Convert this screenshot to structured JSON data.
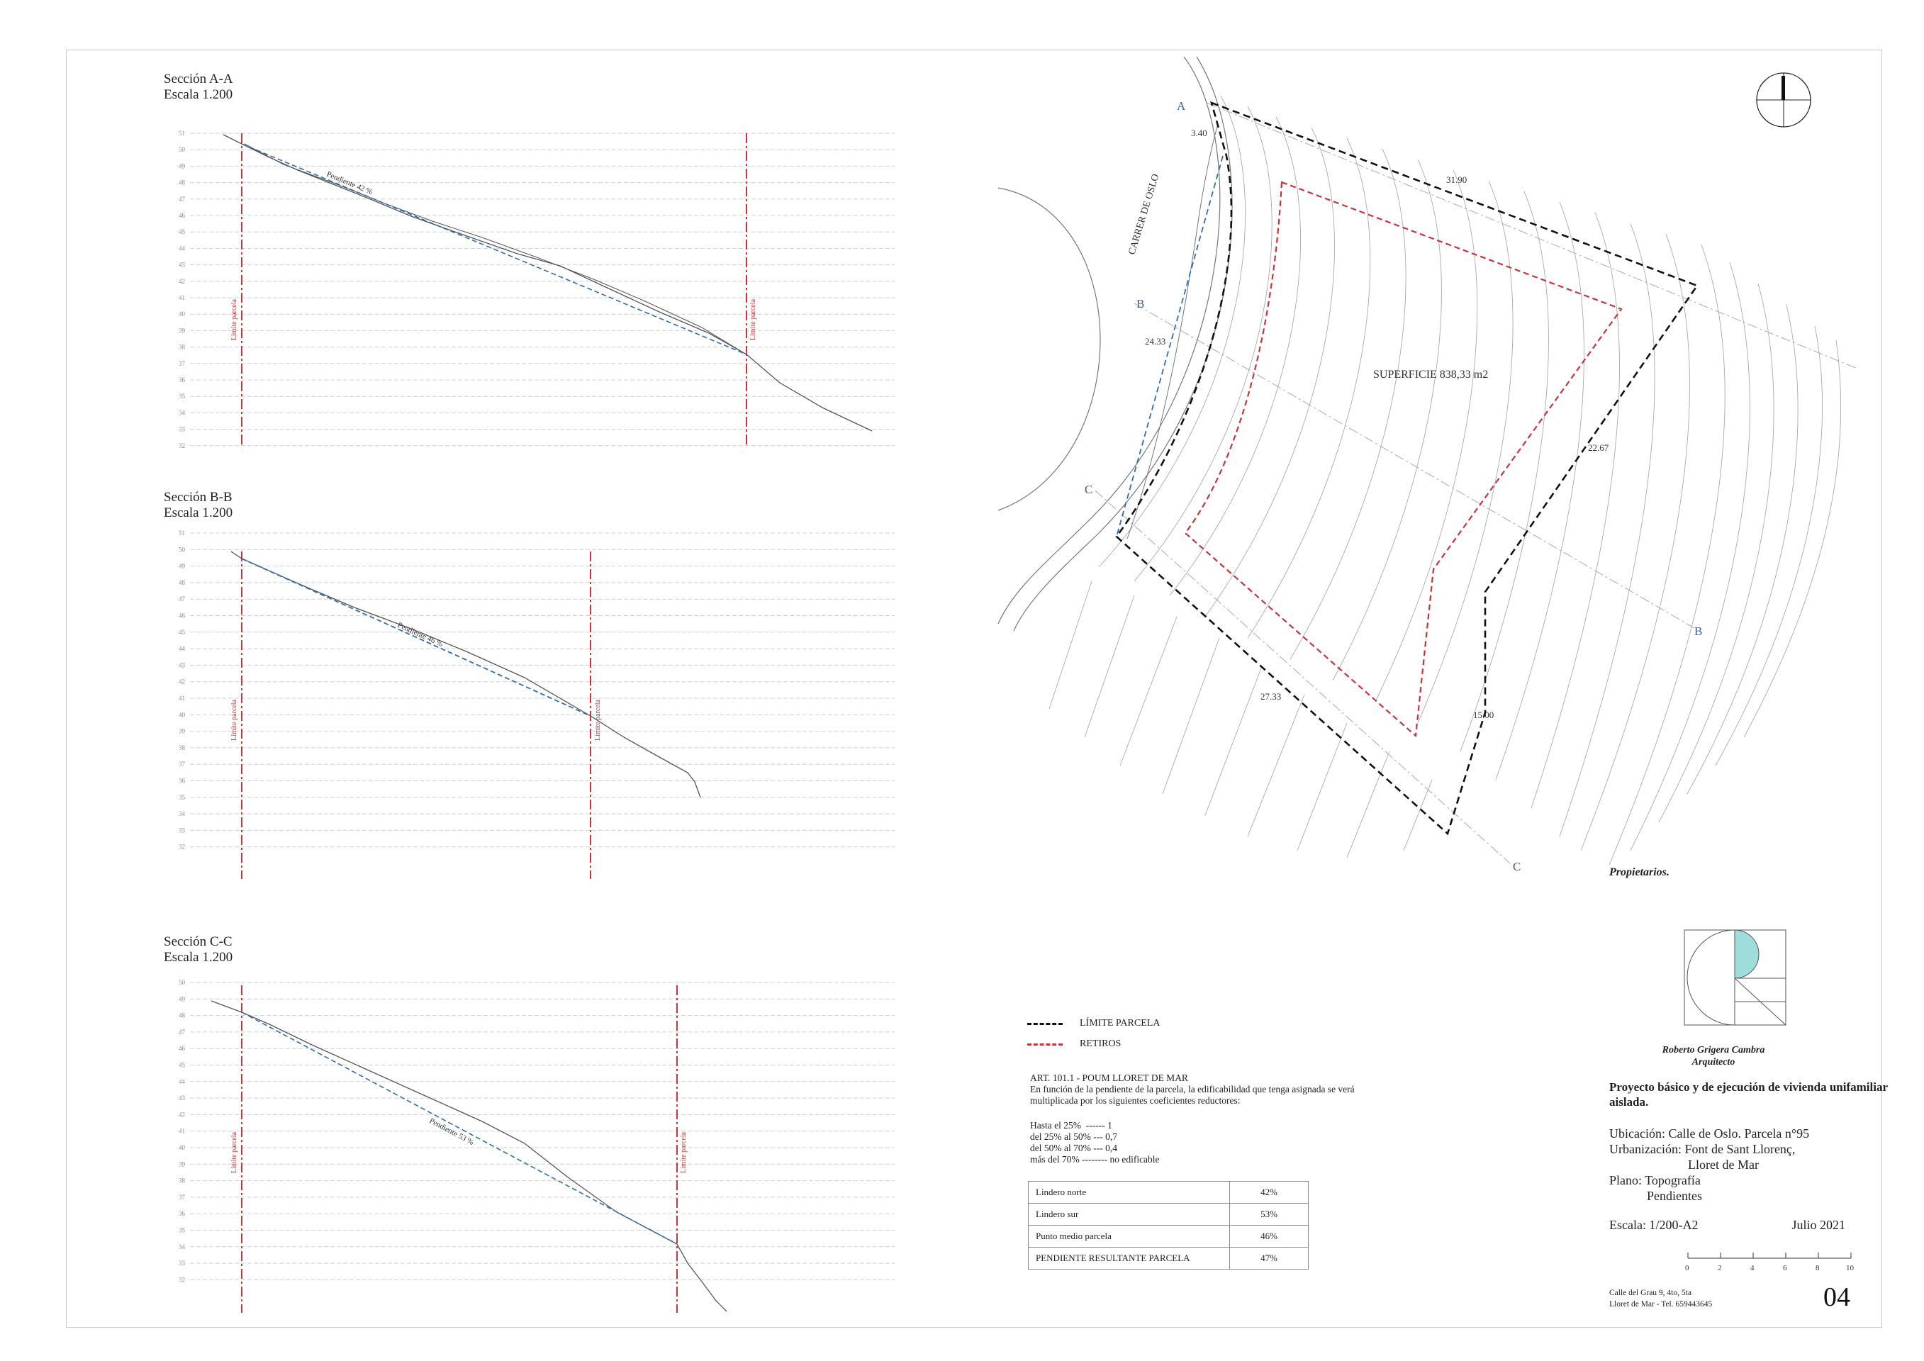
{
  "sections": [
    {
      "title": "Sección A-A",
      "scale": "Escala 1.200",
      "ticks": [
        "51",
        "50",
        "49",
        "48",
        "47",
        "46",
        "45",
        "44",
        "43",
        "42",
        "41",
        "40",
        "39",
        "38",
        "37",
        "36",
        "35",
        "34",
        "33",
        "32"
      ],
      "limit_label": "Límite parcela",
      "slope_label": "Pendiente 42 %"
    },
    {
      "title": "Sección B-B",
      "scale": "Escala 1.200",
      "ticks": [
        "51",
        "50",
        "49",
        "48",
        "47",
        "46",
        "45",
        "44",
        "43",
        "42",
        "41",
        "40",
        "39",
        "38",
        "37",
        "36",
        "35",
        "34",
        "33",
        "32"
      ],
      "limit_label": "Límite parcela",
      "slope_label": "Pendiente 46 %"
    },
    {
      "title": "Sección C-C",
      "scale": "Escala 1.200",
      "ticks": [
        "50",
        "49",
        "48",
        "47",
        "46",
        "45",
        "44",
        "43",
        "42",
        "41",
        "40",
        "39",
        "38",
        "37",
        "36",
        "35",
        "34",
        "33",
        "32"
      ],
      "limit_label": "Límite parcela",
      "slope_label": "Pendiente 53 %"
    }
  ],
  "plan": {
    "street": "CARRER DE OSLO",
    "area": "SUPERFICIE 838,33 m2",
    "markers": {
      "A": "A",
      "B": "B",
      "C": "C"
    },
    "dims": {
      "d1": "3.40",
      "d2": "31.90",
      "d3": "24.33",
      "d4": "22.67",
      "d5": "27.33",
      "d6": "15.00"
    }
  },
  "legend": {
    "parcel": "LÍMITE PARCELA",
    "setbacks": "RETIROS"
  },
  "article": {
    "title": "ART. 101.1 - POUM LLORET DE MAR",
    "text": "En función de la pendiente de la parcela, la edificabilidad que tenga asignada se verá multiplicada por los siguientes coeficientes reductores:",
    "lines": [
      "Hasta el 25%  ------ 1",
      "del 25% al 50% --- 0,7",
      "del 50% al 70% --- 0,4",
      "más del 70% -------- no edificable"
    ]
  },
  "slopes_table": [
    {
      "label": "Lindero norte",
      "value": "42%"
    },
    {
      "label": "Lindero sur",
      "value": "53%"
    },
    {
      "label": "Punto medio parcela",
      "value": "46%"
    },
    {
      "label": "PENDIENTE RESULTANTE PARCELA",
      "value": "47%"
    }
  ],
  "title_block": {
    "owners": "Propietarios.",
    "architect_name": "Roberto Grigera Cambra",
    "architect_role": "Arquitecto",
    "project": "Proyecto básico y de ejecución de vivienda unifamiliar aislada.",
    "location": "Ubicación: Calle de Oslo. Parcela n°95",
    "urbanization": "Urbanización: Font de Sant Llorenç,",
    "urbanization2": "Lloret de Mar",
    "plan": "Plano: Topografía",
    "plan2": "Pendientes",
    "scale": "Escala:  1/200-A2",
    "date": "Julio 2021",
    "scale_nums": [
      "0",
      "2",
      "4",
      "6",
      "8",
      "10"
    ],
    "address1": "Calle del Grau 9, 4to, 5ta",
    "address2": "Lloret de Mar - Tel. 659443645",
    "sheet": "04"
  },
  "colors": {
    "limit": "#c9343a",
    "profile_dash": "#2f6fae",
    "accent_logo": "#9fdcdc"
  }
}
